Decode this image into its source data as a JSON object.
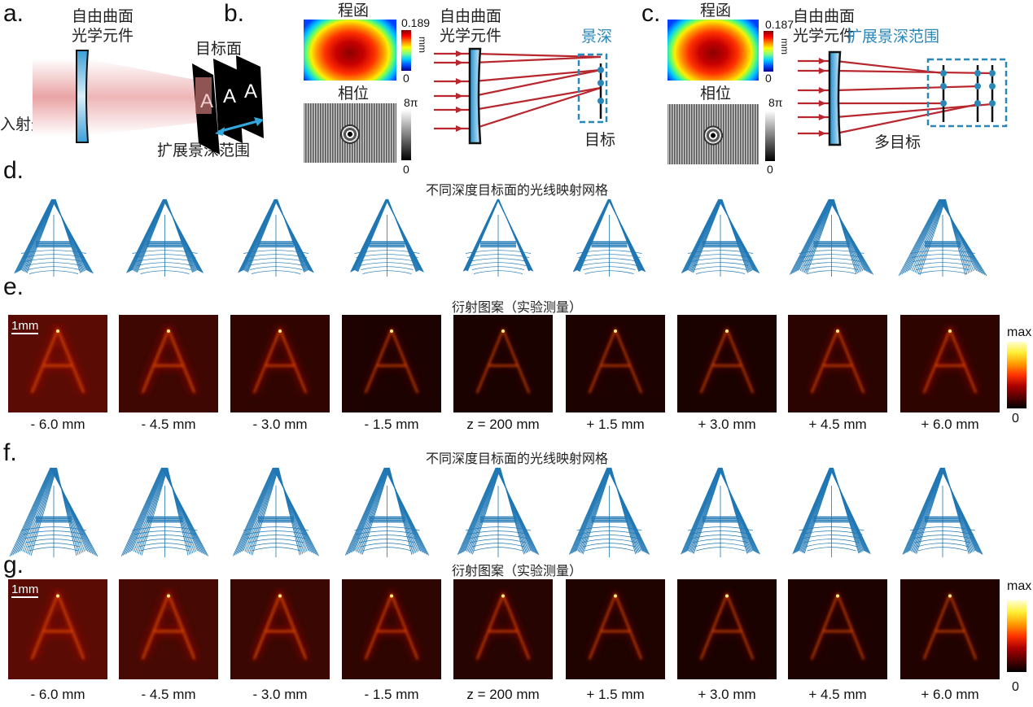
{
  "panel_a": {
    "label": "a.",
    "element_line1": "自由曲面",
    "element_line2": "光学元件",
    "target": "目标面",
    "incident": "入射光",
    "range": "扩展景深范围"
  },
  "panel_b": {
    "label": "b.",
    "eikonal": "程函",
    "eikonal_max": "0.189",
    "eikonal_min": "0",
    "unit": "mm",
    "phase": "相位",
    "phase_max": "8π",
    "phase_min": "0",
    "element_line1": "自由曲面",
    "element_line2": "光学元件",
    "dof": "景深",
    "target": "目标"
  },
  "panel_c": {
    "label": "c.",
    "eikonal": "程函",
    "eikonal_max": "0.187",
    "eikonal_min": "0",
    "unit": "mm",
    "phase": "相位",
    "phase_max": "8π",
    "phase_min": "0",
    "element_line1": "自由曲面",
    "element_line2": "光学元件",
    "range": "扩展景深范围",
    "targets": "多目标"
  },
  "panel_d": {
    "label": "d.",
    "title": "不同深度目标面的光线映射网格"
  },
  "panel_e": {
    "label": "e.",
    "title": "衍射图案（实验测量）",
    "scale": "1mm",
    "cbar_max": "max",
    "cbar_min": "0"
  },
  "panel_f": {
    "label": "f.",
    "title": "不同深度目标面的光线映射网格"
  },
  "panel_g": {
    "label": "g.",
    "title": "衍射图案（实验测量）",
    "scale": "1mm",
    "cbar_max": "max",
    "cbar_min": "0"
  },
  "depths": [
    "- 6.0 mm",
    "- 4.5 mm",
    "- 3.0 mm",
    "- 1.5 mm",
    "z = 200 mm",
    "+ 1.5 mm",
    "+ 3.0 mm",
    "+ 4.5 mm",
    "+ 6.0 mm"
  ],
  "colors": {
    "mesh": "#1f77b4",
    "ray": "#b8262e",
    "accent": "#2a87b8"
  }
}
